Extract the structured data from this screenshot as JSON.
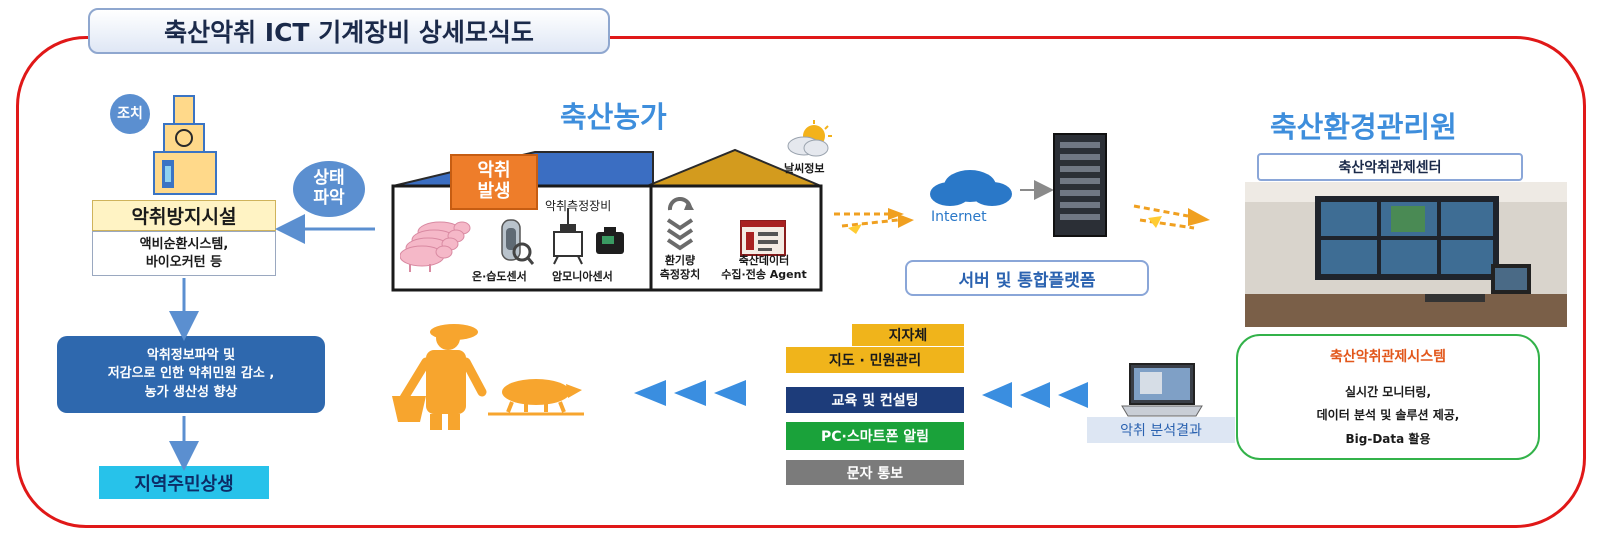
{
  "title": "축산악취 ICT 기계장비 상세모식도",
  "farm": {
    "heading": "축산농가",
    "odor_badge_line1": "악취",
    "odor_badge_line2": "발생",
    "measure_device_label": "악취측정장비",
    "sensor_temp_humidity": "온·습도센서",
    "sensor_ammonia": "암모니아센서",
    "ventilation_line1": "환기량",
    "ventilation_line2": "측정장치",
    "agent_line1": "축산데이터",
    "agent_line2": "수집·전송 Agent",
    "weather_label": "날씨정보"
  },
  "left": {
    "action_circle": "조치",
    "status_circle_line1": "상태",
    "status_circle_line2": "파악",
    "facility_title": "악취방지시설",
    "facility_desc_line1": "액비순환시스템,",
    "facility_desc_line2": "바이오커턴 등",
    "effect_line1": "악취정보파악 및",
    "effect_line2": "저감으로 인한 악취민원 감소 ,",
    "effect_line3": "농가 생산성 향상",
    "resident_label": "지역주민상생"
  },
  "network": {
    "internet_label": "Internet",
    "server_label": "서버 및 통합플랫폼"
  },
  "agency": {
    "heading": "축산환경관리원",
    "center_label": "축산악취관제센터",
    "system_title": "축산악취관제시스템",
    "system_line1": "실시간 모니터링,",
    "system_line2": "데이터 분석 및 솔루션 제공,",
    "system_line3": "Big-Data 활용"
  },
  "services": {
    "analysis_label": "악취 분석결과",
    "local_gov": "지자체",
    "guidance": "지도 · 민원관리",
    "education": "교육 및 컨설팅",
    "alert": "PC·스마트폰 알림",
    "sms": "문자 통보"
  },
  "colors": {
    "frame_red": "#e01818",
    "heading_blue": "#3e8edc",
    "circle_blue": "#5b8fd0",
    "dark_blue_box": "#2e68ae",
    "orange_box": "#ee7d2a",
    "gold_box": "#f0b41b",
    "navy_box": "#1d3c7a",
    "green_box": "#1aa23a",
    "gray_box": "#7b7b7b",
    "cyan_box": "#27c2ea",
    "roof_blue": "#3b6ec2",
    "roof_gold": "#d39b1e",
    "green_border": "#33b24a"
  }
}
